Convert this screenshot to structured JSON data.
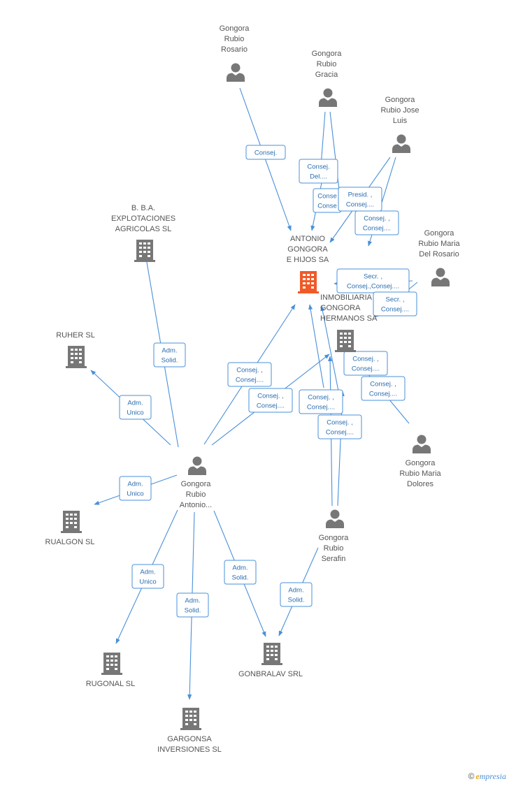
{
  "nodes": [
    {
      "id": "gr_rosario",
      "type": "person",
      "lines": [
        "Gongora",
        "Rubio",
        "Rosario"
      ]
    },
    {
      "id": "gr_gracia",
      "type": "person",
      "lines": [
        "Gongora",
        "Rubio",
        "Gracia"
      ]
    },
    {
      "id": "gr_jose",
      "type": "person",
      "lines": [
        "Gongora",
        "Rubio Jose",
        "Luis"
      ]
    },
    {
      "id": "gr_mdr",
      "type": "person",
      "lines": [
        "Gongora",
        "Rubio Maria",
        "Del Rosario"
      ]
    },
    {
      "id": "bba",
      "type": "company",
      "lines": [
        "B. B.A.",
        "EXPLOTACIONES",
        "AGRICOLAS SL"
      ]
    },
    {
      "id": "antonio_sa",
      "type": "company",
      "highlight": true,
      "lines": [
        "ANTONIO",
        "GONGORA",
        "E HIJOS SA"
      ]
    },
    {
      "id": "inmob",
      "type": "company",
      "lines": [
        "INMOBILIARIA",
        "GONGORA",
        "HERMANOS SA"
      ]
    },
    {
      "id": "ruher",
      "type": "company",
      "lines": [
        "RUHER SL"
      ]
    },
    {
      "id": "gr_antonio",
      "type": "person",
      "lines": [
        "Gongora",
        "Rubio",
        "Antonio..."
      ]
    },
    {
      "id": "gr_dolores",
      "type": "person",
      "lines": [
        "Gongora",
        "Rubio Maria",
        "Dolores"
      ]
    },
    {
      "id": "rualgon",
      "type": "company",
      "lines": [
        "RUALGON SL"
      ]
    },
    {
      "id": "gr_serafin",
      "type": "person",
      "lines": [
        "Gongora",
        "Rubio",
        "Serafin"
      ]
    },
    {
      "id": "rugonal",
      "type": "company",
      "lines": [
        "RUGONAL SL"
      ]
    },
    {
      "id": "gonbralav",
      "type": "company",
      "lines": [
        "GONBRALAV SRL"
      ]
    },
    {
      "id": "gargonsa",
      "type": "company",
      "lines": [
        "GARGONSA",
        "INVERSIONES SL"
      ]
    }
  ],
  "relations": [
    {
      "lines": [
        "Consej."
      ]
    },
    {
      "lines": [
        "Consej.",
        "Del...."
      ]
    },
    {
      "lines": [
        "Conse",
        "Conse"
      ]
    },
    {
      "lines": [
        "Presid. ,",
        "Consej...."
      ]
    },
    {
      "lines": [
        "Consej. ,",
        "Consej...."
      ]
    },
    {
      "lines": [
        "Secr. ,",
        "Consej.,Consej...."
      ]
    },
    {
      "lines": [
        "Secr. ,",
        "Consej...."
      ]
    },
    {
      "lines": [
        "Adm.",
        "Solid."
      ]
    },
    {
      "lines": [
        "Adm.",
        "Unico"
      ]
    },
    {
      "lines": [
        "Consej. ,",
        "Consej...."
      ]
    },
    {
      "lines": [
        "Consej. ,",
        "Consej...."
      ]
    },
    {
      "lines": [
        "Consej. ,",
        "Consej...."
      ]
    },
    {
      "lines": [
        "Consej. ,",
        "Consej...."
      ]
    },
    {
      "lines": [
        "Consej. ,",
        "Consej...."
      ]
    },
    {
      "lines": [
        "Consej. ,",
        "Consej...."
      ]
    },
    {
      "lines": [
        "Adm.",
        "Unico"
      ]
    },
    {
      "lines": [
        "Adm.",
        "Unico"
      ]
    },
    {
      "lines": [
        "Adm.",
        "Solid."
      ]
    },
    {
      "lines": [
        "Adm.",
        "Solid."
      ]
    },
    {
      "lines": [
        "Adm.",
        "Solid."
      ]
    }
  ],
  "footer": {
    "copyright_symbol": "©",
    "brand_initial": "e",
    "brand_rest": "mpresia"
  },
  "colors": {
    "accent": "#4a90d9",
    "node": "#777777",
    "highlight": "#f05a28"
  }
}
